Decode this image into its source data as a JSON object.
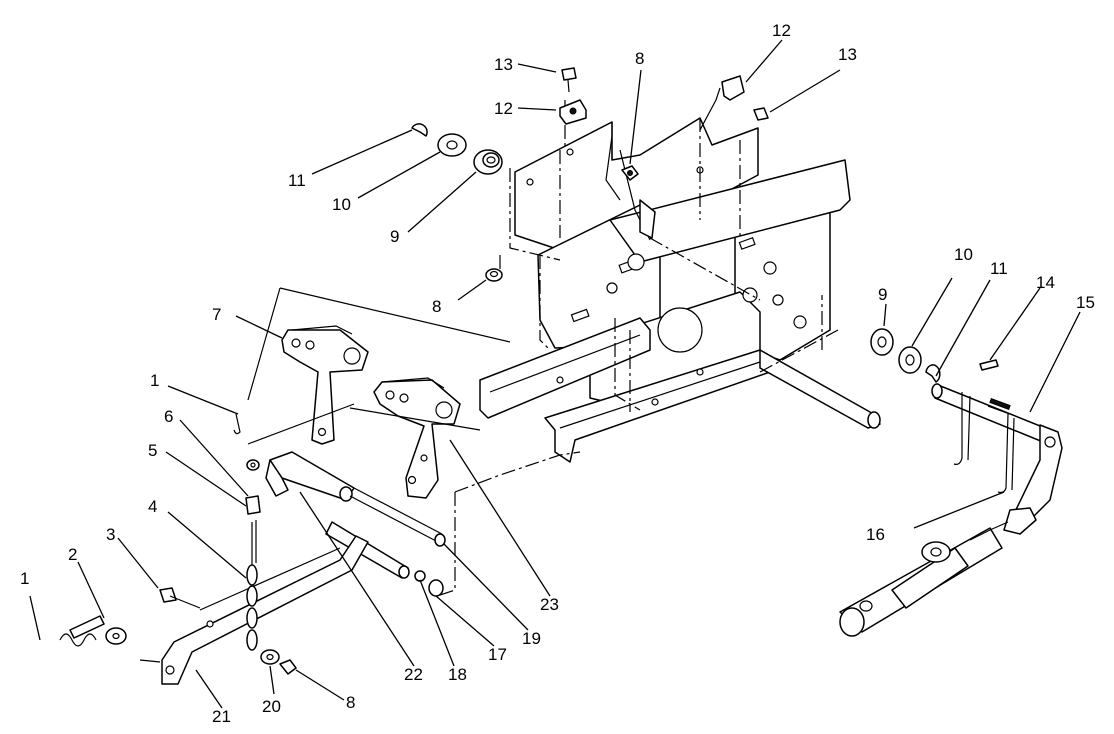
{
  "callouts": [
    {
      "id": "c1a",
      "text": "1"
    },
    {
      "id": "c1b",
      "text": "1"
    },
    {
      "id": "c2",
      "text": "2"
    },
    {
      "id": "c3",
      "text": "3"
    },
    {
      "id": "c4",
      "text": "4"
    },
    {
      "id": "c5",
      "text": "5"
    },
    {
      "id": "c6",
      "text": "6"
    },
    {
      "id": "c7",
      "text": "7"
    },
    {
      "id": "c8a",
      "text": "8"
    },
    {
      "id": "c8b",
      "text": "8"
    },
    {
      "id": "c8c",
      "text": "8"
    },
    {
      "id": "c9a",
      "text": "9"
    },
    {
      "id": "c9b",
      "text": "9"
    },
    {
      "id": "c10a",
      "text": "10"
    },
    {
      "id": "c10b",
      "text": "10"
    },
    {
      "id": "c11a",
      "text": "11"
    },
    {
      "id": "c11b",
      "text": "11"
    },
    {
      "id": "c12a",
      "text": "12"
    },
    {
      "id": "c12b",
      "text": "12"
    },
    {
      "id": "c13a",
      "text": "13"
    },
    {
      "id": "c13b",
      "text": "13"
    },
    {
      "id": "c14",
      "text": "14"
    },
    {
      "id": "c15",
      "text": "15"
    },
    {
      "id": "c16",
      "text": "16"
    },
    {
      "id": "c17",
      "text": "17"
    },
    {
      "id": "c18",
      "text": "18"
    },
    {
      "id": "c19",
      "text": "19"
    },
    {
      "id": "c20",
      "text": "20"
    },
    {
      "id": "c21",
      "text": "21"
    },
    {
      "id": "c22",
      "text": "22"
    },
    {
      "id": "c23",
      "text": "23"
    }
  ]
}
